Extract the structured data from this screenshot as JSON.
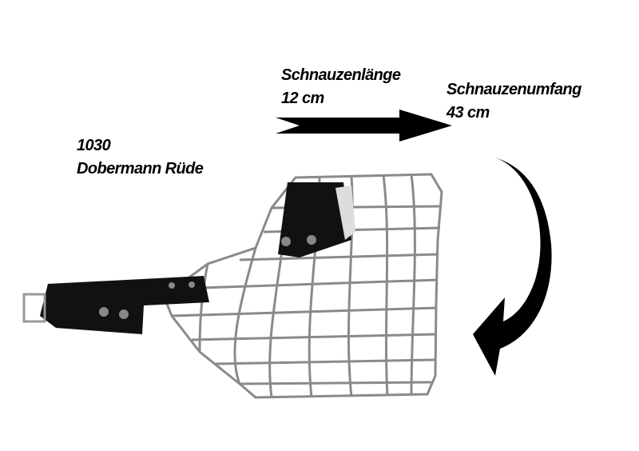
{
  "product": {
    "code": "1030",
    "name": "Dobermann Rüde"
  },
  "length": {
    "label": "Schnauzenlänge",
    "value": "12 cm"
  },
  "circumference": {
    "label": "Schnauzenumfang",
    "value": "43 cm"
  },
  "icons": [
    "straight-arrow-right",
    "curved-arrow",
    "wire-muzzle-image"
  ]
}
